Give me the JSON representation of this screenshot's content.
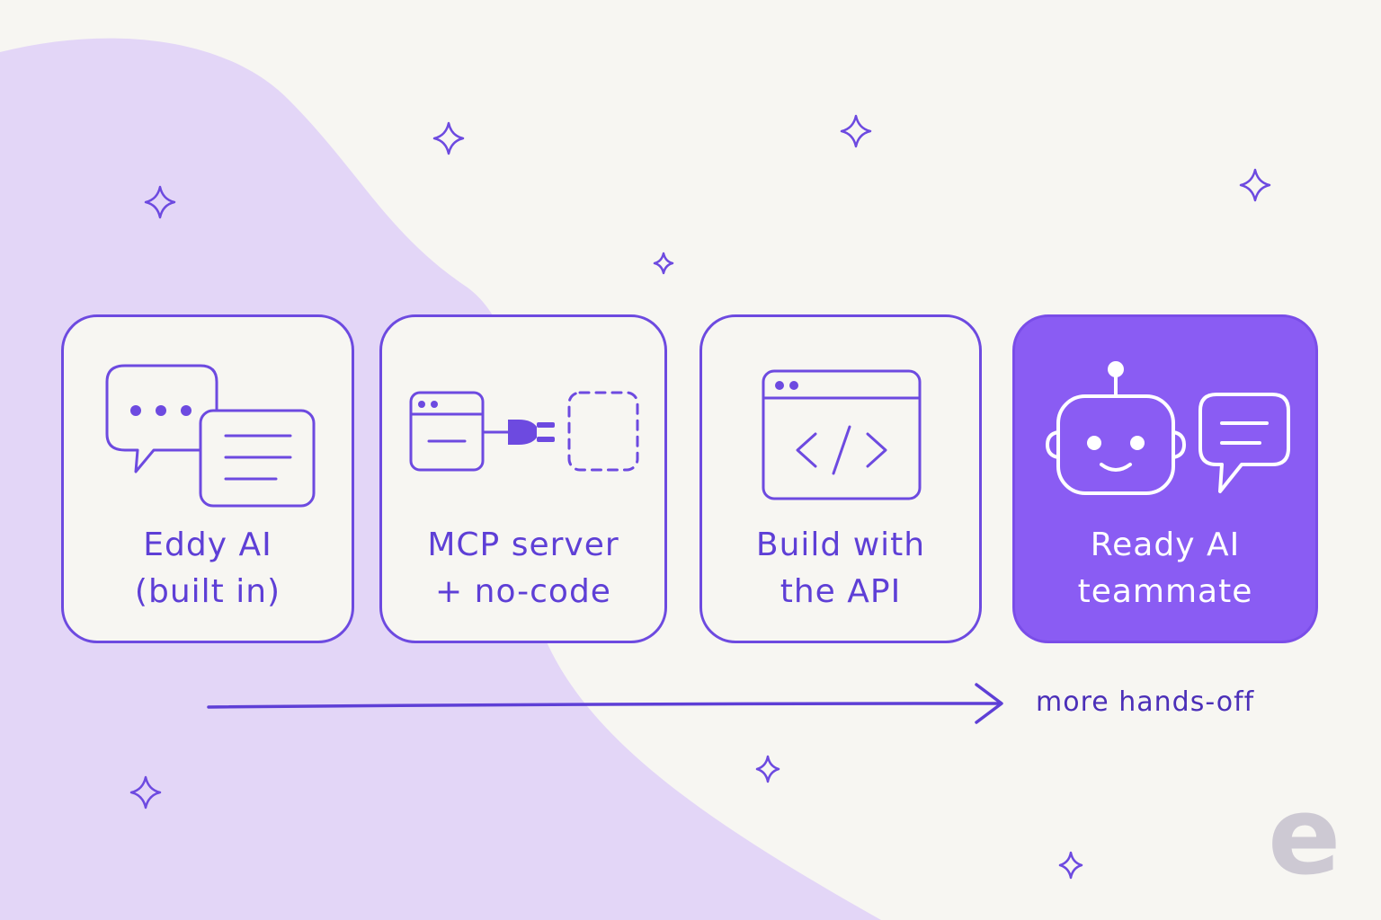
{
  "steps": [
    {
      "line1": "Eddy AI",
      "line2": "(built in)"
    },
    {
      "line1": "MCP server",
      "line2": "+ no-code"
    },
    {
      "line1": "Build with",
      "line2": "the API"
    },
    {
      "line1": "Ready AI",
      "line2": "teammate"
    }
  ],
  "arrow_caption": "more hands-off",
  "logo_letter": "e",
  "colors": {
    "background": "#f7f6f2",
    "blob": "#e3d6f7",
    "accent": "#6d4ae0",
    "highlight_card": "#8a5cf3",
    "logo": "#cdc9d3"
  },
  "icons": [
    "chat-bubbles-icon",
    "plug-connector-icon",
    "code-window-icon",
    "robot-chat-icon",
    "sparkle-icon"
  ]
}
